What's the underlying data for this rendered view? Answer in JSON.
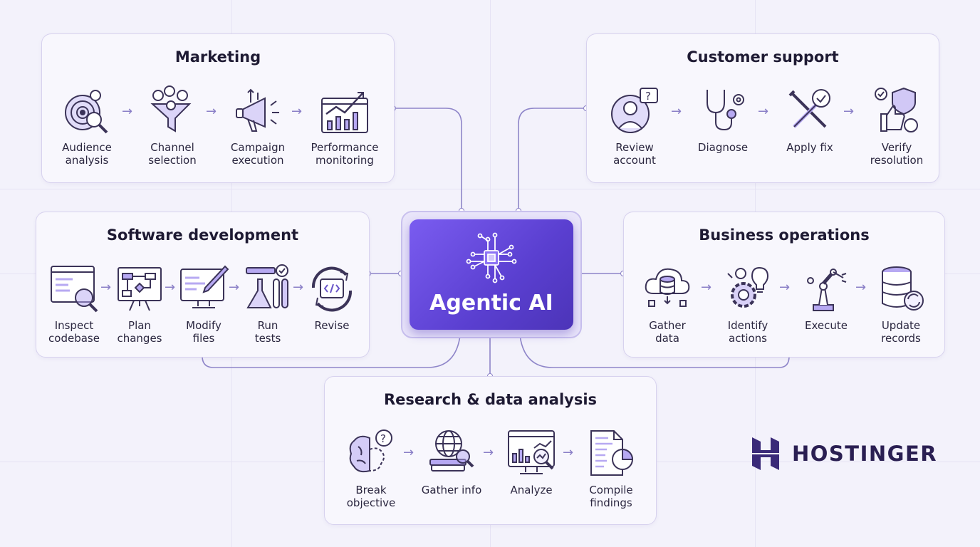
{
  "center": {
    "title": "Agentic AI",
    "icon": "ai-chip-icon"
  },
  "brand": {
    "name": "HOSTINGER",
    "icon": "hostinger-logo-icon"
  },
  "colors": {
    "accent": "#5a3fd0",
    "icon_stroke": "#3b3358",
    "icon_fill": "#b7a9f2",
    "connector": "#8f86c9"
  },
  "sections": {
    "marketing": {
      "title": "Marketing",
      "steps": [
        {
          "label": "Audience\nanalysis",
          "icon": "target-magnifier-icon"
        },
        {
          "label": "Channel\nselection",
          "icon": "funnel-icon"
        },
        {
          "label": "Campaign\nexecution",
          "icon": "megaphone-icon"
        },
        {
          "label": "Performance\nmonitoring",
          "icon": "growth-chart-icon"
        }
      ]
    },
    "support": {
      "title": "Customer support",
      "steps": [
        {
          "label": "Review\naccount",
          "icon": "user-question-icon"
        },
        {
          "label": "Diagnose",
          "icon": "stethoscope-icon"
        },
        {
          "label": "Apply fix",
          "icon": "wrench-screwdriver-icon"
        },
        {
          "label": "Verify\nresolution",
          "icon": "thumbs-up-shield-icon"
        }
      ]
    },
    "software": {
      "title": "Software development",
      "steps": [
        {
          "label": "Inspect\ncodebase",
          "icon": "code-window-magnifier-icon"
        },
        {
          "label": "Plan\nchanges",
          "icon": "flowchart-board-icon"
        },
        {
          "label": "Modify\nfiles",
          "icon": "monitor-pencil-icon"
        },
        {
          "label": "Run\ntests",
          "icon": "test-flasks-icon"
        },
        {
          "label": "Revise",
          "icon": "refresh-code-icon"
        }
      ]
    },
    "business": {
      "title": "Business operations",
      "steps": [
        {
          "label": "Gather\ndata",
          "icon": "cloud-database-icon"
        },
        {
          "label": "Identify\nactions",
          "icon": "gears-lightbulb-icon"
        },
        {
          "label": "Execute",
          "icon": "robot-arm-icon"
        },
        {
          "label": "Update\nrecords",
          "icon": "database-sync-icon"
        }
      ]
    },
    "research": {
      "title": "Research & data analysis",
      "steps": [
        {
          "label": "Break\nobjective",
          "icon": "brain-question-icon"
        },
        {
          "label": "Gather info",
          "icon": "globe-books-icon"
        },
        {
          "label": "Analyze",
          "icon": "dashboard-magnifier-icon"
        },
        {
          "label": "Compile\nfindings",
          "icon": "report-pie-icon"
        }
      ]
    }
  }
}
